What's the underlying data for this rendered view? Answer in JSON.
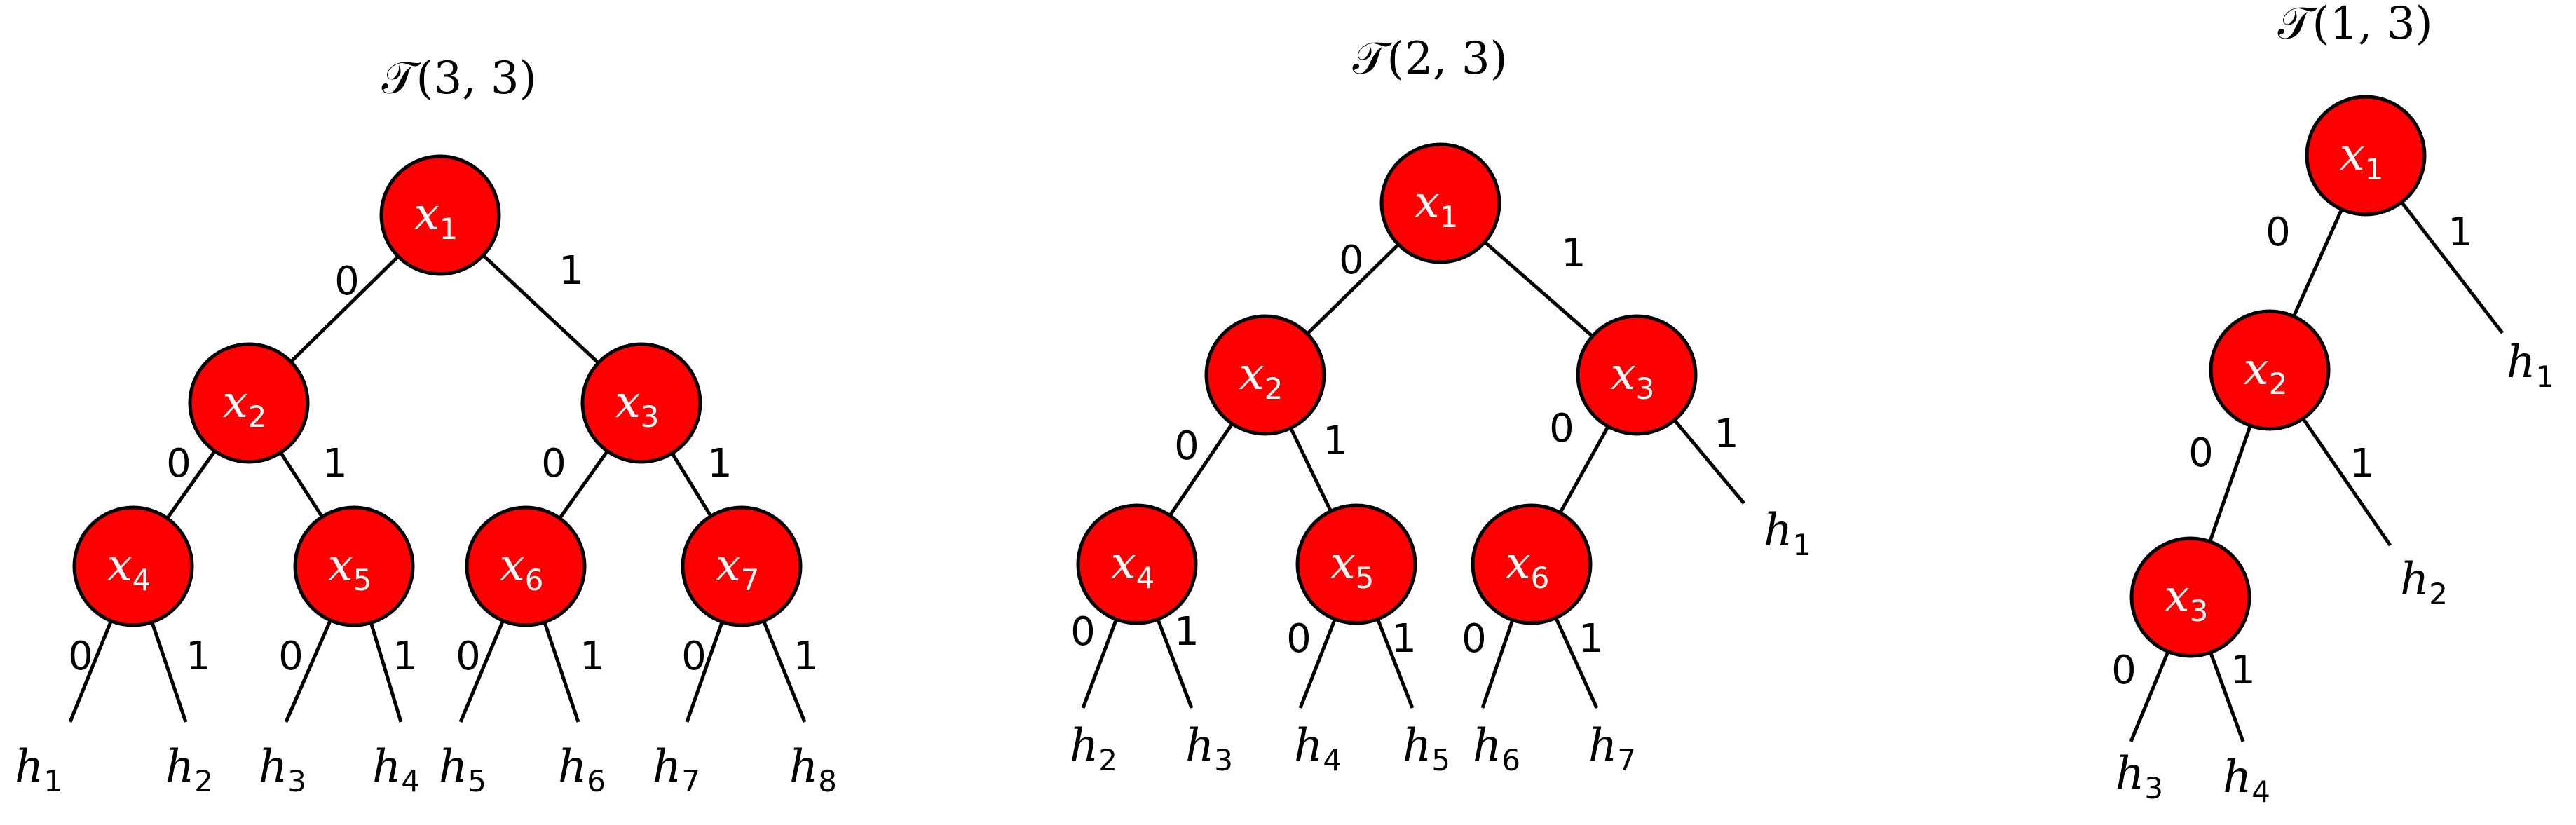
{
  "trees": [
    {
      "title": "𝒯(3, 3)",
      "nodes": [
        {
          "var": "x",
          "sub": "1"
        },
        {
          "var": "x",
          "sub": "2"
        },
        {
          "var": "x",
          "sub": "3"
        },
        {
          "var": "x",
          "sub": "4"
        },
        {
          "var": "x",
          "sub": "5"
        },
        {
          "var": "x",
          "sub": "6"
        },
        {
          "var": "x",
          "sub": "7"
        }
      ],
      "leaves": [
        {
          "var": "h",
          "sub": "1"
        },
        {
          "var": "h",
          "sub": "2"
        },
        {
          "var": "h",
          "sub": "3"
        },
        {
          "var": "h",
          "sub": "4"
        },
        {
          "var": "h",
          "sub": "5"
        },
        {
          "var": "h",
          "sub": "6"
        },
        {
          "var": "h",
          "sub": "7"
        },
        {
          "var": "h",
          "sub": "8"
        }
      ],
      "edge_labels": [
        "0",
        "1"
      ]
    },
    {
      "title": "𝒯(2, 3)",
      "nodes": [
        {
          "var": "x",
          "sub": "1"
        },
        {
          "var": "x",
          "sub": "2"
        },
        {
          "var": "x",
          "sub": "3"
        },
        {
          "var": "x",
          "sub": "4"
        },
        {
          "var": "x",
          "sub": "5"
        },
        {
          "var": "x",
          "sub": "6"
        }
      ],
      "leaves": [
        {
          "var": "h",
          "sub": "1"
        },
        {
          "var": "h",
          "sub": "2"
        },
        {
          "var": "h",
          "sub": "3"
        },
        {
          "var": "h",
          "sub": "4"
        },
        {
          "var": "h",
          "sub": "5"
        },
        {
          "var": "h",
          "sub": "6"
        },
        {
          "var": "h",
          "sub": "7"
        }
      ],
      "edge_labels": [
        "0",
        "1"
      ]
    },
    {
      "title": "𝒯(1, 3)",
      "nodes": [
        {
          "var": "x",
          "sub": "1"
        },
        {
          "var": "x",
          "sub": "2"
        },
        {
          "var": "x",
          "sub": "3"
        }
      ],
      "leaves": [
        {
          "var": "h",
          "sub": "1"
        },
        {
          "var": "h",
          "sub": "2"
        },
        {
          "var": "h",
          "sub": "3"
        },
        {
          "var": "h",
          "sub": "4"
        }
      ],
      "edge_labels": [
        "0",
        "1"
      ]
    }
  ],
  "colors": {
    "node_fill": "#ff0000",
    "node_text": "#ffffff",
    "line": "#000000"
  }
}
